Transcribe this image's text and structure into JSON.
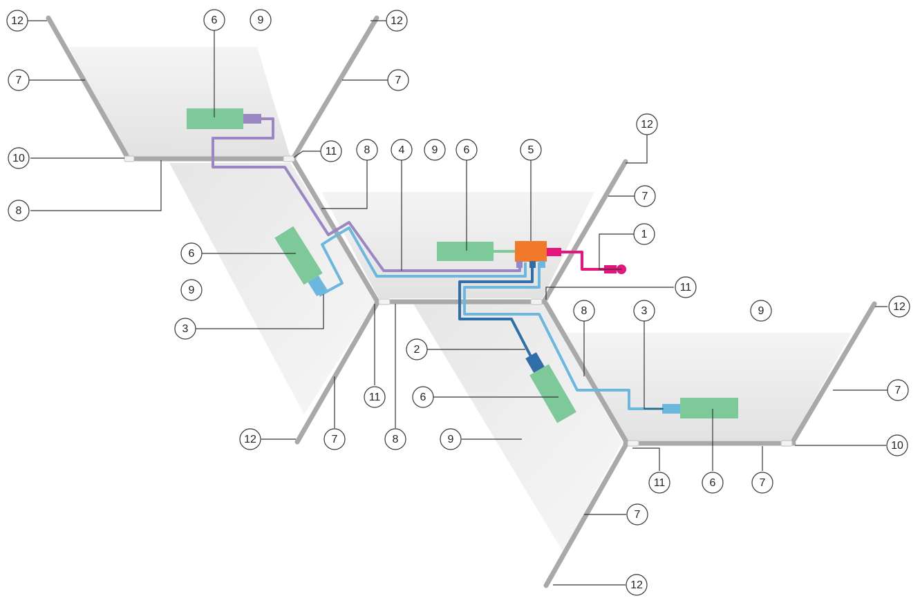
{
  "colors": {
    "panel": "#ebebeb",
    "frame": "#a9a9a9",
    "component_6": "#7dc99a",
    "component_5": "#f07a2a",
    "cable_1": "#e5157d",
    "cable_2": "#2f6ea8",
    "cable_3": "#6bb7de",
    "cable_4": "#9a86c2"
  },
  "callouts": [
    {
      "id": "c-12-tl",
      "label": "12"
    },
    {
      "id": "c-6-tl",
      "label": "6"
    },
    {
      "id": "c-9-tl",
      "label": "9"
    },
    {
      "id": "c-12-tr",
      "label": "12"
    },
    {
      "id": "c-7-tl",
      "label": "7"
    },
    {
      "id": "c-7-tr",
      "label": "7"
    },
    {
      "id": "c-10-l",
      "label": "10"
    },
    {
      "id": "c-11-top",
      "label": "11"
    },
    {
      "id": "c-8-top",
      "label": "8"
    },
    {
      "id": "c-4",
      "label": "4"
    },
    {
      "id": "c-9-mid",
      "label": "9"
    },
    {
      "id": "c-6-mid",
      "label": "6"
    },
    {
      "id": "c-5",
      "label": "5"
    },
    {
      "id": "c-12-mr",
      "label": "12"
    },
    {
      "id": "c-8-l",
      "label": "8"
    },
    {
      "id": "c-7-mr",
      "label": "7"
    },
    {
      "id": "c-1",
      "label": "1"
    },
    {
      "id": "c-6-l",
      "label": "6"
    },
    {
      "id": "c-9-l",
      "label": "9"
    },
    {
      "id": "c-11-r",
      "label": "11"
    },
    {
      "id": "c-3-l",
      "label": "3"
    },
    {
      "id": "c-8-r",
      "label": "8"
    },
    {
      "id": "c-3-r",
      "label": "3"
    },
    {
      "id": "c-9-r",
      "label": "9"
    },
    {
      "id": "c-12-r",
      "label": "12"
    },
    {
      "id": "c-2",
      "label": "2"
    },
    {
      "id": "c-11-b",
      "label": "11"
    },
    {
      "id": "c-6-b",
      "label": "6"
    },
    {
      "id": "c-7-rr",
      "label": "7"
    },
    {
      "id": "c-12-bl",
      "label": "12"
    },
    {
      "id": "c-7-b",
      "label": "7"
    },
    {
      "id": "c-8-b",
      "label": "8"
    },
    {
      "id": "c-9-b",
      "label": "9"
    },
    {
      "id": "c-10-r",
      "label": "10"
    },
    {
      "id": "c-11-br",
      "label": "11"
    },
    {
      "id": "c-6-br",
      "label": "6"
    },
    {
      "id": "c-7-br",
      "label": "7"
    },
    {
      "id": "c-7-bot",
      "label": "7"
    },
    {
      "id": "c-12-bot",
      "label": "12"
    }
  ]
}
